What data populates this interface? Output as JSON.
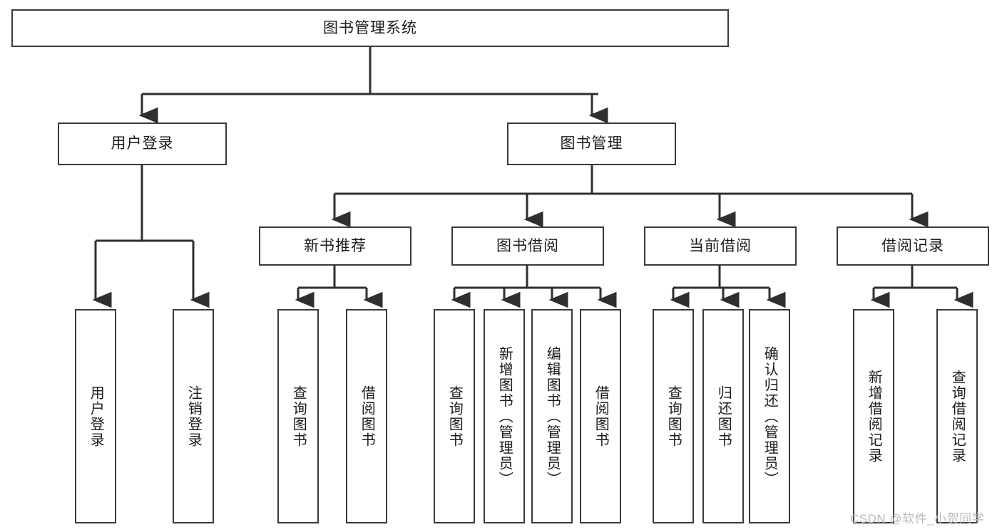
{
  "diagram": {
    "title": "图书管理系统",
    "type": "tree-hierarchy",
    "colors": {
      "background": "#ffffff",
      "box_border": "#3a3a3a",
      "box_fill": "#ffffff",
      "connector": "#2f2f2f",
      "text": "#1b1b1b",
      "watermark": "#b9b9b9"
    }
  },
  "root": {
    "label": "图书管理系统"
  },
  "level2": [
    {
      "label": "用户登录"
    },
    {
      "label": "图书管理"
    }
  ],
  "level3": [
    {
      "label": "新书推荐"
    },
    {
      "label": "图书借阅"
    },
    {
      "label": "当前借阅"
    },
    {
      "label": "借阅记录"
    }
  ],
  "leaves": {
    "user_login": [
      {
        "label": "用户登录"
      },
      {
        "label": "注销登录"
      }
    ],
    "new_book_recommend": [
      {
        "label": "查询图书"
      },
      {
        "label": "借阅图书"
      }
    ],
    "book_borrow": [
      {
        "label": "查询图书"
      },
      {
        "label": "新增图书（管理员）"
      },
      {
        "label": "编辑图书（管理员）"
      },
      {
        "label": "借阅图书"
      }
    ],
    "current_borrow": [
      {
        "label": "查询图书"
      },
      {
        "label": "归还图书"
      },
      {
        "label": "确认归还（管理员）"
      }
    ],
    "borrow_record": [
      {
        "label": "新增借阅记录"
      },
      {
        "label": "查询借阅记录"
      }
    ]
  },
  "watermark": {
    "text": "CSDN @软件_小贺同学"
  }
}
